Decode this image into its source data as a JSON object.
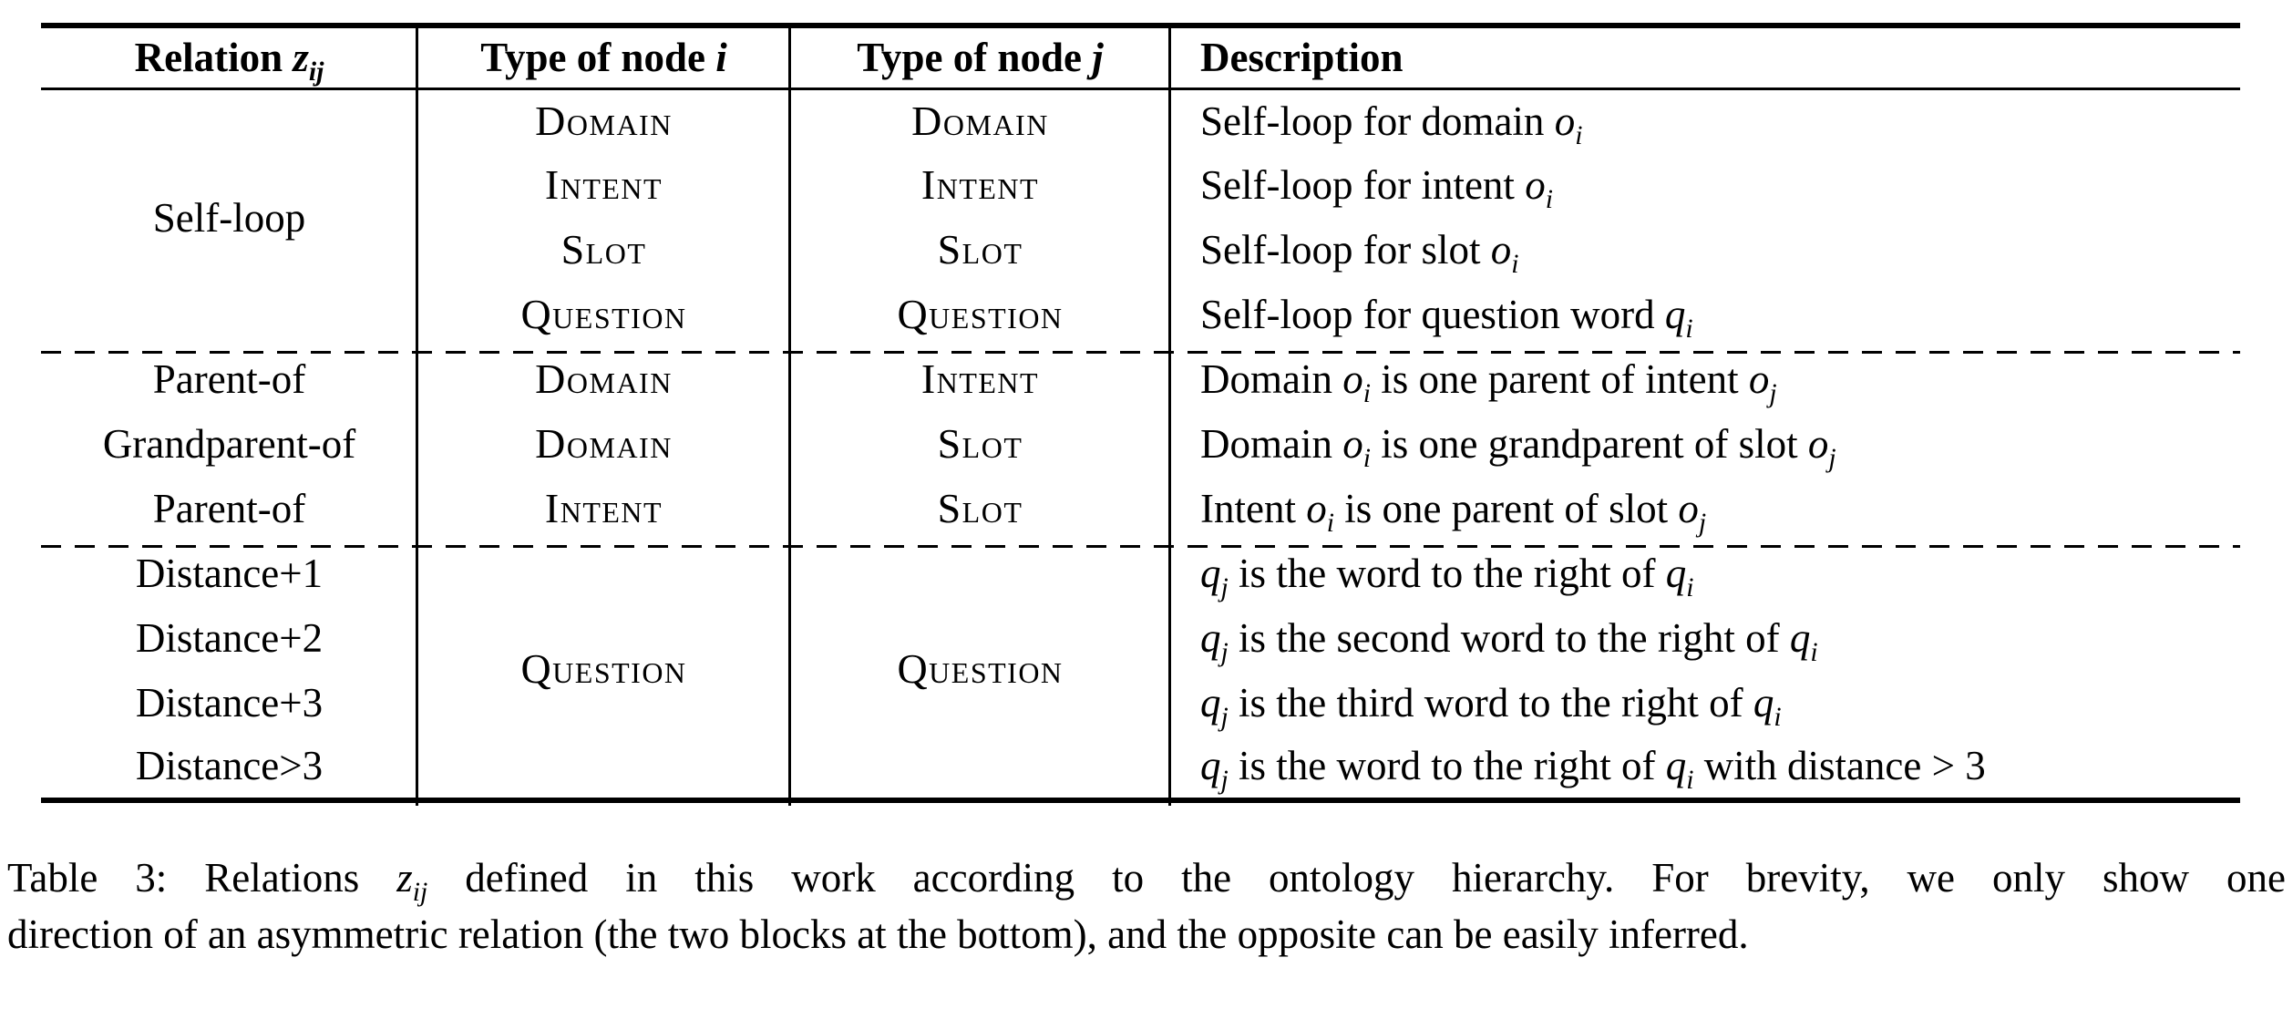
{
  "table": {
    "header": {
      "relation": "Relation $z_{ij}$",
      "node_i": "Type of node $i$",
      "node_j": "Type of node $j$",
      "description": "Description"
    },
    "blocks": [
      {
        "relation": "Self-loop",
        "rows": [
          {
            "i": "Domain",
            "j": "Domain",
            "desc": "Self-loop for domain $o_i$"
          },
          {
            "i": "Intent",
            "j": "Intent",
            "desc": "Self-loop for intent $o_i$"
          },
          {
            "i": "Slot",
            "j": "Slot",
            "desc": "Self-loop for slot $o_i$"
          },
          {
            "i": "Question",
            "j": "Question",
            "desc": "Self-loop for question word $q_i$"
          }
        ]
      },
      {
        "rows": [
          {
            "relation": "Parent-of",
            "i": "Domain",
            "j": "Intent",
            "desc": "Domain $o_i$ is one parent of intent $o_j$"
          },
          {
            "relation": "Grandparent-of",
            "i": "Domain",
            "j": "Slot",
            "desc": "Domain $o_i$ is one grandparent of slot $o_j$"
          },
          {
            "relation": "Parent-of",
            "i": "Intent",
            "j": "Slot",
            "desc": "Intent $o_i$ is one parent of slot $o_j$"
          }
        ]
      },
      {
        "i": "Question",
        "j": "Question",
        "rows": [
          {
            "relation": "Distance+1",
            "desc": "$q_j$ is the word to the right of $q_i$"
          },
          {
            "relation": "Distance+2",
            "desc": "$q_j$ is the second word to the right of $q_i$"
          },
          {
            "relation": "Distance+3",
            "desc": "$q_j$ is the third word to the right of $q_i$"
          },
          {
            "relation": "Distance>3",
            "desc": "$q_j$ is the word to the right of $q_i$ with distance $> 3$"
          }
        ]
      }
    ]
  },
  "caption": {
    "line1": "Table 3: Relations $z_{ij}$ defined in this work according to the ontology hierarchy. For brevity, we only show one",
    "line2": "direction of an asymmetric relation (the two blocks at the bottom), and the opposite can be easily inferred."
  }
}
